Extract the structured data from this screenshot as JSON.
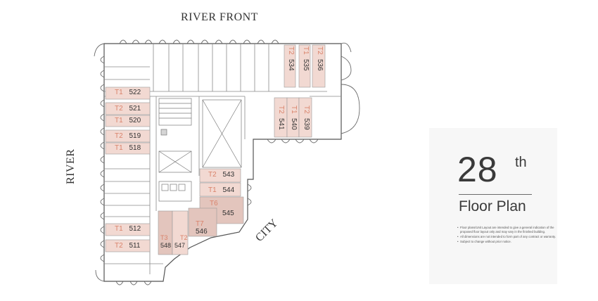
{
  "labels": {
    "river_front": "RIVER FRONT",
    "river": "RIVER",
    "city": "CITY"
  },
  "floor": {
    "number": "28",
    "suffix": "th",
    "title": "Floor Plan"
  },
  "notes": [
    "Floor plans/Unit Layout are intended to give a general indication of the proposed floor layout only and may vary in the finished building.",
    "All dimensions are not intended to form part of any contract or warranty.",
    "Subject to change without prior notice."
  ],
  "units": [
    {
      "type": "T1",
      "num": "522"
    },
    {
      "type": "T2",
      "num": "521"
    },
    {
      "type": "T1",
      "num": "520"
    },
    {
      "type": "T2",
      "num": "519"
    },
    {
      "type": "T1",
      "num": "518"
    },
    {
      "type": "T1",
      "num": "512"
    },
    {
      "type": "T2",
      "num": "511"
    },
    {
      "type": "T2",
      "num": "534"
    },
    {
      "type": "T1",
      "num": "535"
    },
    {
      "type": "T2",
      "num": "536"
    },
    {
      "type": "T2",
      "num": "541"
    },
    {
      "type": "T1",
      "num": "540"
    },
    {
      "type": "T2",
      "num": "539"
    },
    {
      "type": "T2",
      "num": "543"
    },
    {
      "type": "T1",
      "num": "544"
    },
    {
      "type": "T6",
      "num": "545"
    },
    {
      "type": "T7",
      "num": "546"
    },
    {
      "type": "T3",
      "num": "548"
    },
    {
      "type": "T2",
      "num": "547"
    }
  ],
  "colors": {
    "unit_fill": "#f2d9d2",
    "unit_fill_dark": "#e3c5bd",
    "unit_type": "#d9826a",
    "unit_number": "#333333",
    "outline": "#6b6b6b"
  }
}
